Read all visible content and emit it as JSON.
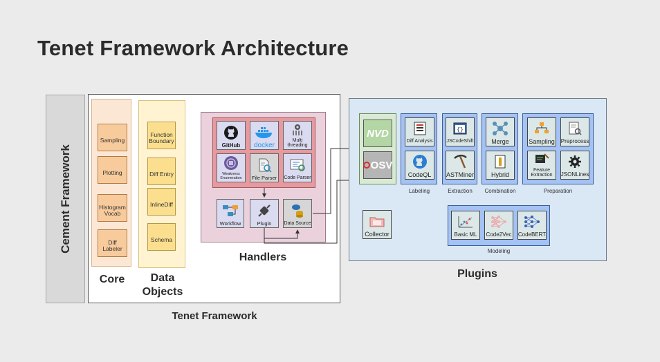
{
  "title": "Tenet Framework Architecture",
  "cement_label": "Cement Framework",
  "tenet_label": "Tenet Framework",
  "core": {
    "label": "Core",
    "items": [
      "Sampling",
      "Plotting",
      "Histogram Vocab",
      "Diff Labeler"
    ]
  },
  "data_objects": {
    "label_line1": "Data",
    "label_line2": "Objects",
    "items": [
      "Function Boundary",
      "Diff Entry",
      "InlineDiff",
      "Schema"
    ]
  },
  "handlers": {
    "label": "Handlers",
    "tiles": {
      "github": "GitHub",
      "docker": "docker",
      "multithreading": "Multi threading",
      "weakness": "Weakness Enumeration",
      "file_parser": "File Parser",
      "code_parser": "Code Parser",
      "workflow": "Workflow",
      "plugin": "Plugin",
      "data_source": "Data Source"
    }
  },
  "plugins": {
    "label": "Plugins",
    "sources": {
      "nvd": "NVD",
      "osv": "OSV"
    },
    "collector": "Collector",
    "groups": {
      "labeling": {
        "label": "Labeling",
        "items": [
          "Diff Analysis",
          "CodeQL"
        ]
      },
      "extraction": {
        "label": "Extraction",
        "items": [
          "JSCodeShift",
          "ASTMiner"
        ]
      },
      "combination": {
        "label": "Combination",
        "items": [
          "Merge",
          "Hybrid"
        ]
      },
      "preparation": {
        "label": "Preparation",
        "items": [
          "Sampling",
          "Preprocess",
          "Feature Extraction",
          "JSONLines"
        ]
      },
      "modeling": {
        "label": "Modeling",
        "items": [
          "Basic ML",
          "Code2Vec",
          "CodeBERT"
        ]
      }
    }
  },
  "colors": {
    "core_fill": "#fce7d5",
    "core_item": "#f8cb9c",
    "data_fill": "#fff3d1",
    "data_item": "#fbdf8f",
    "handlers_fill": "#ead1dc",
    "handlers_inner": "#e6999f",
    "plugins_fill": "#dae7f5",
    "plugin_group": "#a4c2f4",
    "source_panel": "#d9ead3",
    "source_tile": "#b4d6a4"
  }
}
